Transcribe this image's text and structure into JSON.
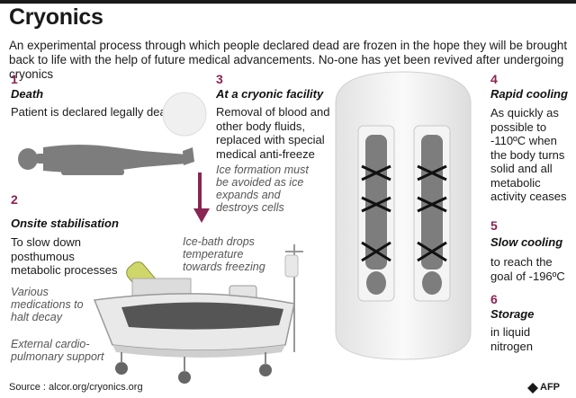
{
  "title": "Cryonics",
  "intro": "An experimental process through which people declared dead are frozen in the hope they will be brought back to life with the help of future medical advancements. No-one has yet been revived after undergoing cryonics",
  "steps": [
    {
      "num": "1",
      "head": "Death",
      "body": "Patient is declared legally dead"
    },
    {
      "num": "2",
      "head": "Onsite stabilisation",
      "body": "To slow down posthumous metabolic processes"
    },
    {
      "num": "3",
      "head": "At a cryonic facility",
      "body": "Removal of blood and other body fluids, replaced with special medical anti-freeze",
      "note": "Ice formation must be avoided as ice expands and destroys cells"
    },
    {
      "num": "4",
      "head": "Rapid cooling",
      "body": "As quickly as possible to -110ºC when the body turns solid and all metabolic activity ceases"
    },
    {
      "num": "5",
      "head": "Slow cooling",
      "body": "to reach the goal of -196ºC"
    },
    {
      "num": "6",
      "head": "Storage",
      "body": "in liquid nitrogen"
    }
  ],
  "notes": {
    "ice_bath": "Ice-bath drops temperature towards freezing",
    "medications": "Various medications to halt decay",
    "cardio": "External cardio-pulmonary support"
  },
  "source": "Source : alcor.org/cryonics.org",
  "credit": "AFP",
  "colors": {
    "accent": "#8a2452",
    "figure": "#7a7a7a",
    "tank": "#eeeeee"
  }
}
